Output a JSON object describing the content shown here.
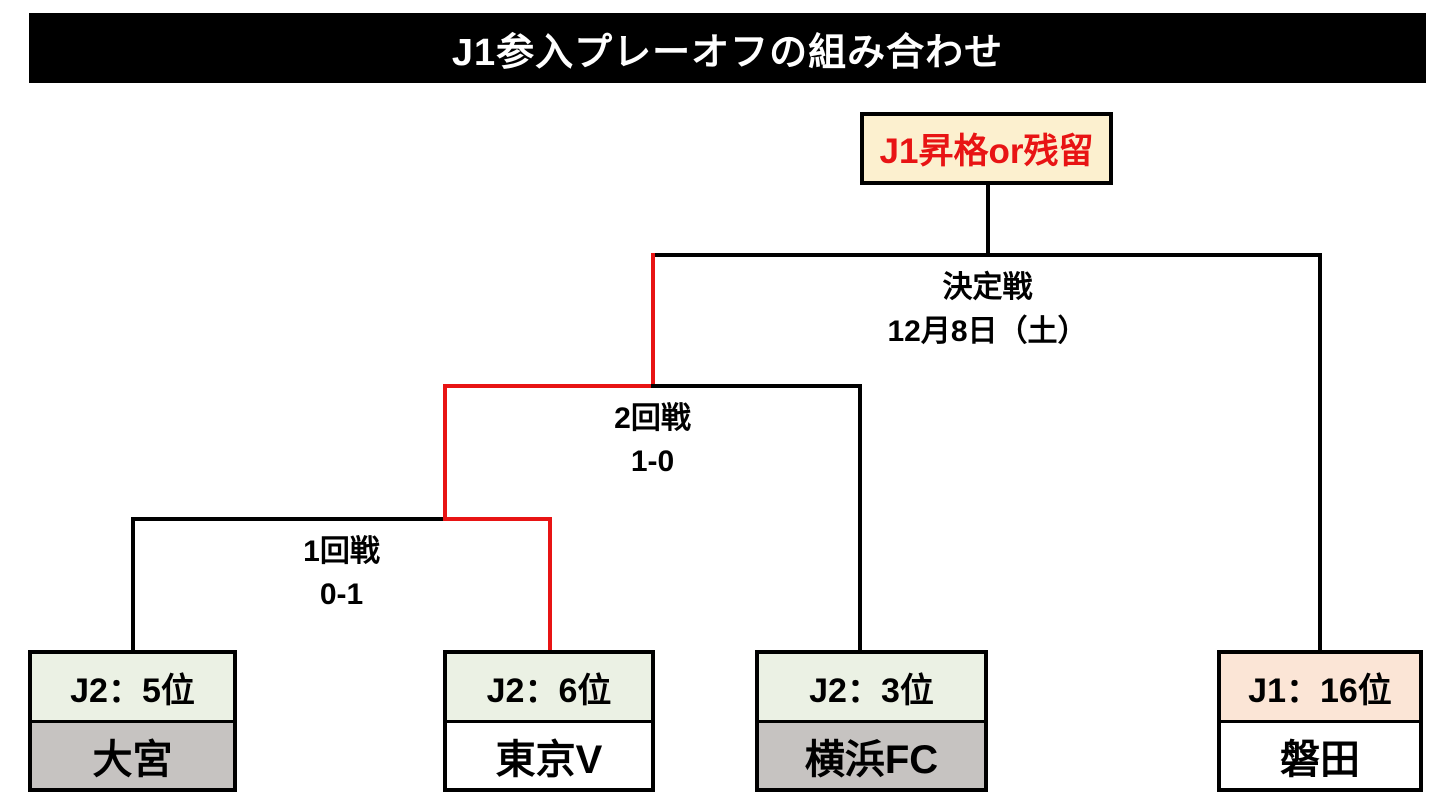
{
  "title": "J1参入プレーオフの組み合わせ",
  "result_box": {
    "label": "J1昇格or残留"
  },
  "rounds": {
    "final": {
      "name": "決定戦",
      "detail": "12月8日（土）"
    },
    "round2": {
      "name": "2回戦",
      "score": "1-0"
    },
    "round1": {
      "name": "1回戦",
      "score": "0-1"
    }
  },
  "teams": [
    {
      "rank": "J2：5位",
      "name": "大宮",
      "league": "J2",
      "status": "eliminated-round1"
    },
    {
      "rank": "J2：6位",
      "name": "東京V",
      "league": "J2",
      "status": "advanced-to-final"
    },
    {
      "rank": "J2：3位",
      "name": "横浜FC",
      "league": "J2",
      "status": "eliminated-round2"
    },
    {
      "rank": "J1：16位",
      "name": "磐田",
      "league": "J1",
      "status": "awaiting-final"
    }
  ],
  "colors": {
    "header_bg": "#000000",
    "header_text": "#ffffff",
    "result_box_bg": "#fcf0cf",
    "result_box_border": "#000000",
    "result_text_red": "#e81414",
    "winner_path_red": "#e81414",
    "bracket_line_black": "#000000",
    "j2_rank_cell_green": "#ebf1e4",
    "j1_rank_cell_pink": "#fbe5d6",
    "eliminated_cell_gray": "#c6c3c1",
    "active_cell_white": "#ffffff"
  }
}
